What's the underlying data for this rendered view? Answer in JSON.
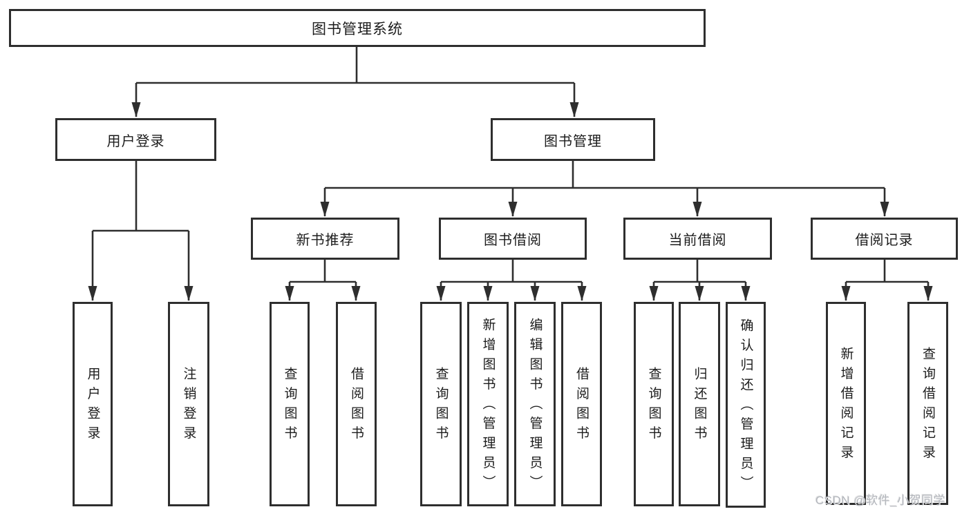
{
  "tree": {
    "root": "图书管理系统",
    "branches": [
      {
        "label": "用户登录",
        "children": [
          "用户登录",
          "注销登录"
        ]
      },
      {
        "label": "图书管理",
        "groups": [
          {
            "label": "新书推荐",
            "children": [
              "查询图书",
              "借阅图书"
            ]
          },
          {
            "label": "图书借阅",
            "children": [
              "查询图书",
              "新增图书（管理员）",
              "编辑图书（管理员）",
              "借阅图书"
            ]
          },
          {
            "label": "当前借阅",
            "children": [
              "查询图书",
              "归还图书",
              "确认归还（管理员）"
            ]
          },
          {
            "label": "借阅记录",
            "children": [
              "新增借阅记录",
              "查询借阅记录"
            ]
          }
        ]
      }
    ]
  },
  "watermark": "CSDN @软件_小贺同学",
  "colors": {
    "line": "#2e2e2e",
    "box_border": "#2e2e2e",
    "text": "#1c1c1c",
    "background": "#ffffff",
    "watermark": "#b4b7bd"
  }
}
